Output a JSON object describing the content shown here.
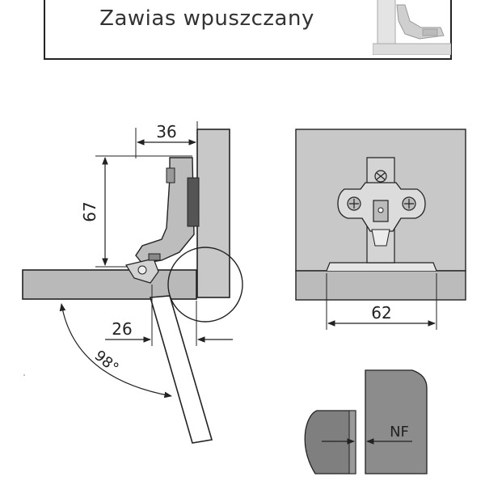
{
  "header": {
    "title": "Zawias wpuszczany"
  },
  "dimensions": {
    "width_top": "36",
    "height_left": "67",
    "offset_bottom": "26",
    "angle": "98°",
    "plate_width": "62",
    "nf_label": "NF"
  },
  "colors": {
    "panel_fill": "#c8c8c8",
    "panel_dark": "#a9a9a9",
    "stroke": "#222222",
    "detail_fill": "#8a8a8a"
  }
}
